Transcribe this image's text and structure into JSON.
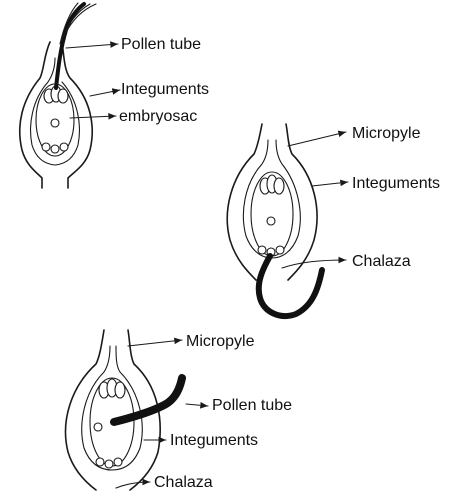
{
  "figure_a": {
    "labels": {
      "pollen_tube": "Pollen tube",
      "integuments": "Integuments",
      "embryosac": "embryosac"
    }
  },
  "figure_b": {
    "labels": {
      "micropyle": "Micropyle",
      "integuments": "Integuments",
      "chalaza": "Chalaza"
    }
  },
  "figure_c": {
    "labels": {
      "micropyle": "Micropyle",
      "pollen_tube": "Pollen tube",
      "integuments": "Integuments",
      "chalaza": "Chalaza"
    }
  },
  "colors": {
    "ink": "#1a1a1a",
    "background": "#ffffff"
  }
}
